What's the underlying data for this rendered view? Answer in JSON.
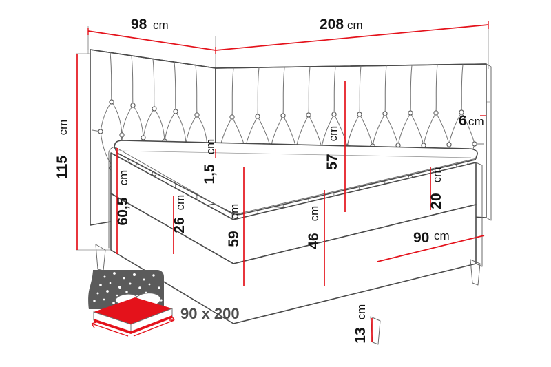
{
  "diagram": {
    "title": "Upholstered bed dimension drawing",
    "units": "cm",
    "colors": {
      "dimension_line": "#e4121b",
      "outline": "#4a4a4a",
      "tufting": "#777777",
      "icon_dark": "#5b5b5b",
      "icon_red": "#e4121b",
      "text": "#141414"
    }
  },
  "dimensions": {
    "width_side": {
      "value": "98",
      "unit": "cm",
      "orientation": "horizontal",
      "location": "top-left"
    },
    "length_front": {
      "value": "208",
      "unit": "cm",
      "orientation": "horizontal",
      "location": "top-right"
    },
    "total_height": {
      "value": "115",
      "unit": "cm",
      "orientation": "vertical",
      "location": "left"
    },
    "headboard_height": {
      "value": "57",
      "unit": "cm",
      "orientation": "vertical",
      "location": "headboard-center"
    },
    "headboard_thickness": {
      "value": "6",
      "unit": "cm",
      "orientation": "horizontal",
      "location": "right-edge"
    },
    "mattress_top_height": {
      "value": "60,5",
      "unit": "cm",
      "orientation": "vertical",
      "location": "left-body"
    },
    "topper_thickness": {
      "value": "1,5",
      "unit": "cm",
      "orientation": "vertical",
      "location": "mattress-top"
    },
    "base_height": {
      "value": "26",
      "unit": "cm",
      "orientation": "vertical",
      "location": "left-base"
    },
    "side_height": {
      "value": "59",
      "unit": "cm",
      "orientation": "vertical",
      "location": "center-front"
    },
    "front_height": {
      "value": "46",
      "unit": "cm",
      "orientation": "vertical",
      "location": "center-right"
    },
    "mattress_height": {
      "value": "20",
      "unit": "cm",
      "orientation": "vertical",
      "location": "right-body"
    },
    "sleeping_width": {
      "value": "90",
      "unit": "cm",
      "orientation": "horizontal",
      "location": "right-base"
    },
    "leg_height": {
      "value": "13",
      "unit": "cm",
      "orientation": "vertical",
      "location": "bottom-leg"
    }
  },
  "mattress_icon": {
    "label": "90 x 200",
    "description": "mattress-size-icon"
  }
}
